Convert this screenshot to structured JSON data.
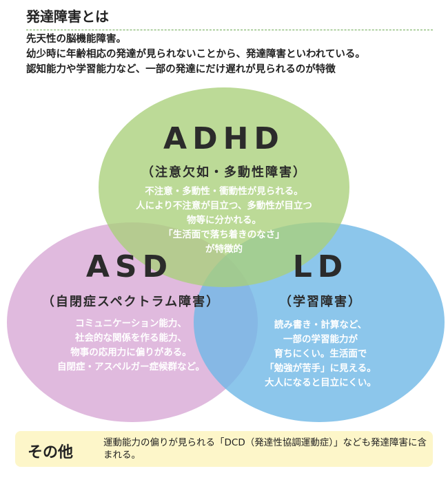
{
  "title": "発達障害とは",
  "intro": [
    "先天性の脳機能障害。",
    "幼少時に年齢相応の発達が見られないことから、発達障害といわれている。",
    "認知能力や学習能力など、一部の発達にだけ遅れが見られるのが特徴"
  ],
  "circles": {
    "adhd": {
      "color": "#a9cf7a",
      "name": "ADHD",
      "sub": "（注意欠如・多動性障害）",
      "desc": [
        "不注意・多動性・衝動性が見られる。",
        "人により不注意が目立つ、多動性が目立つ",
        "物等に分かれる。",
        "「生活面で落ち着きのなさ」",
        "が特徴的"
      ]
    },
    "asd": {
      "color": "#d8a9d6",
      "name": "ASD",
      "sub": "（自閉症スペクトラム障害）",
      "desc": [
        "コミュニケーション能力、",
        "社会的な関係を作る能力、",
        "物事の応用力に偏りがある。",
        "自閉症・アスペルガー症候群など。"
      ]
    },
    "ld": {
      "color": "#6fb8e6",
      "name": "LD",
      "sub": "（学習障害）",
      "desc": [
        "読み書き・計算など、",
        "一部の学習能力が",
        "育ちにくい。生活面で",
        "「勉強が苦手」に見える。",
        "大人になると目立にくい。"
      ]
    }
  },
  "other": {
    "label": "その他",
    "text": "運動能力の偏りが見られる「DCD（発達性協調運動症）」なども発達障害に含まれる。"
  }
}
